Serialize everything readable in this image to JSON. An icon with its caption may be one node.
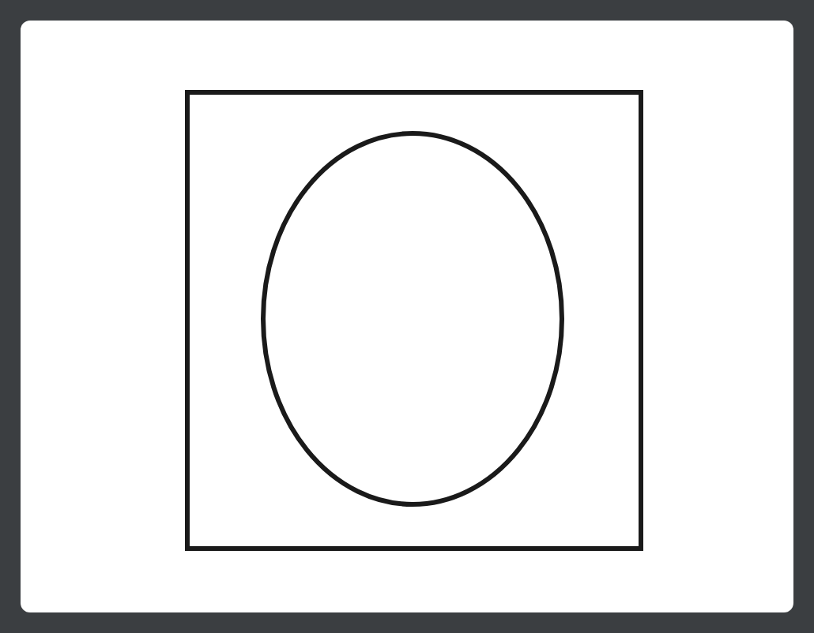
{
  "diagram": {
    "nodes": [
      {
        "text": [],
        "shape": "box"
      },
      {
        "text": [],
        "shape": "ellipse",
        "in": 0
      }
    ]
  }
}
